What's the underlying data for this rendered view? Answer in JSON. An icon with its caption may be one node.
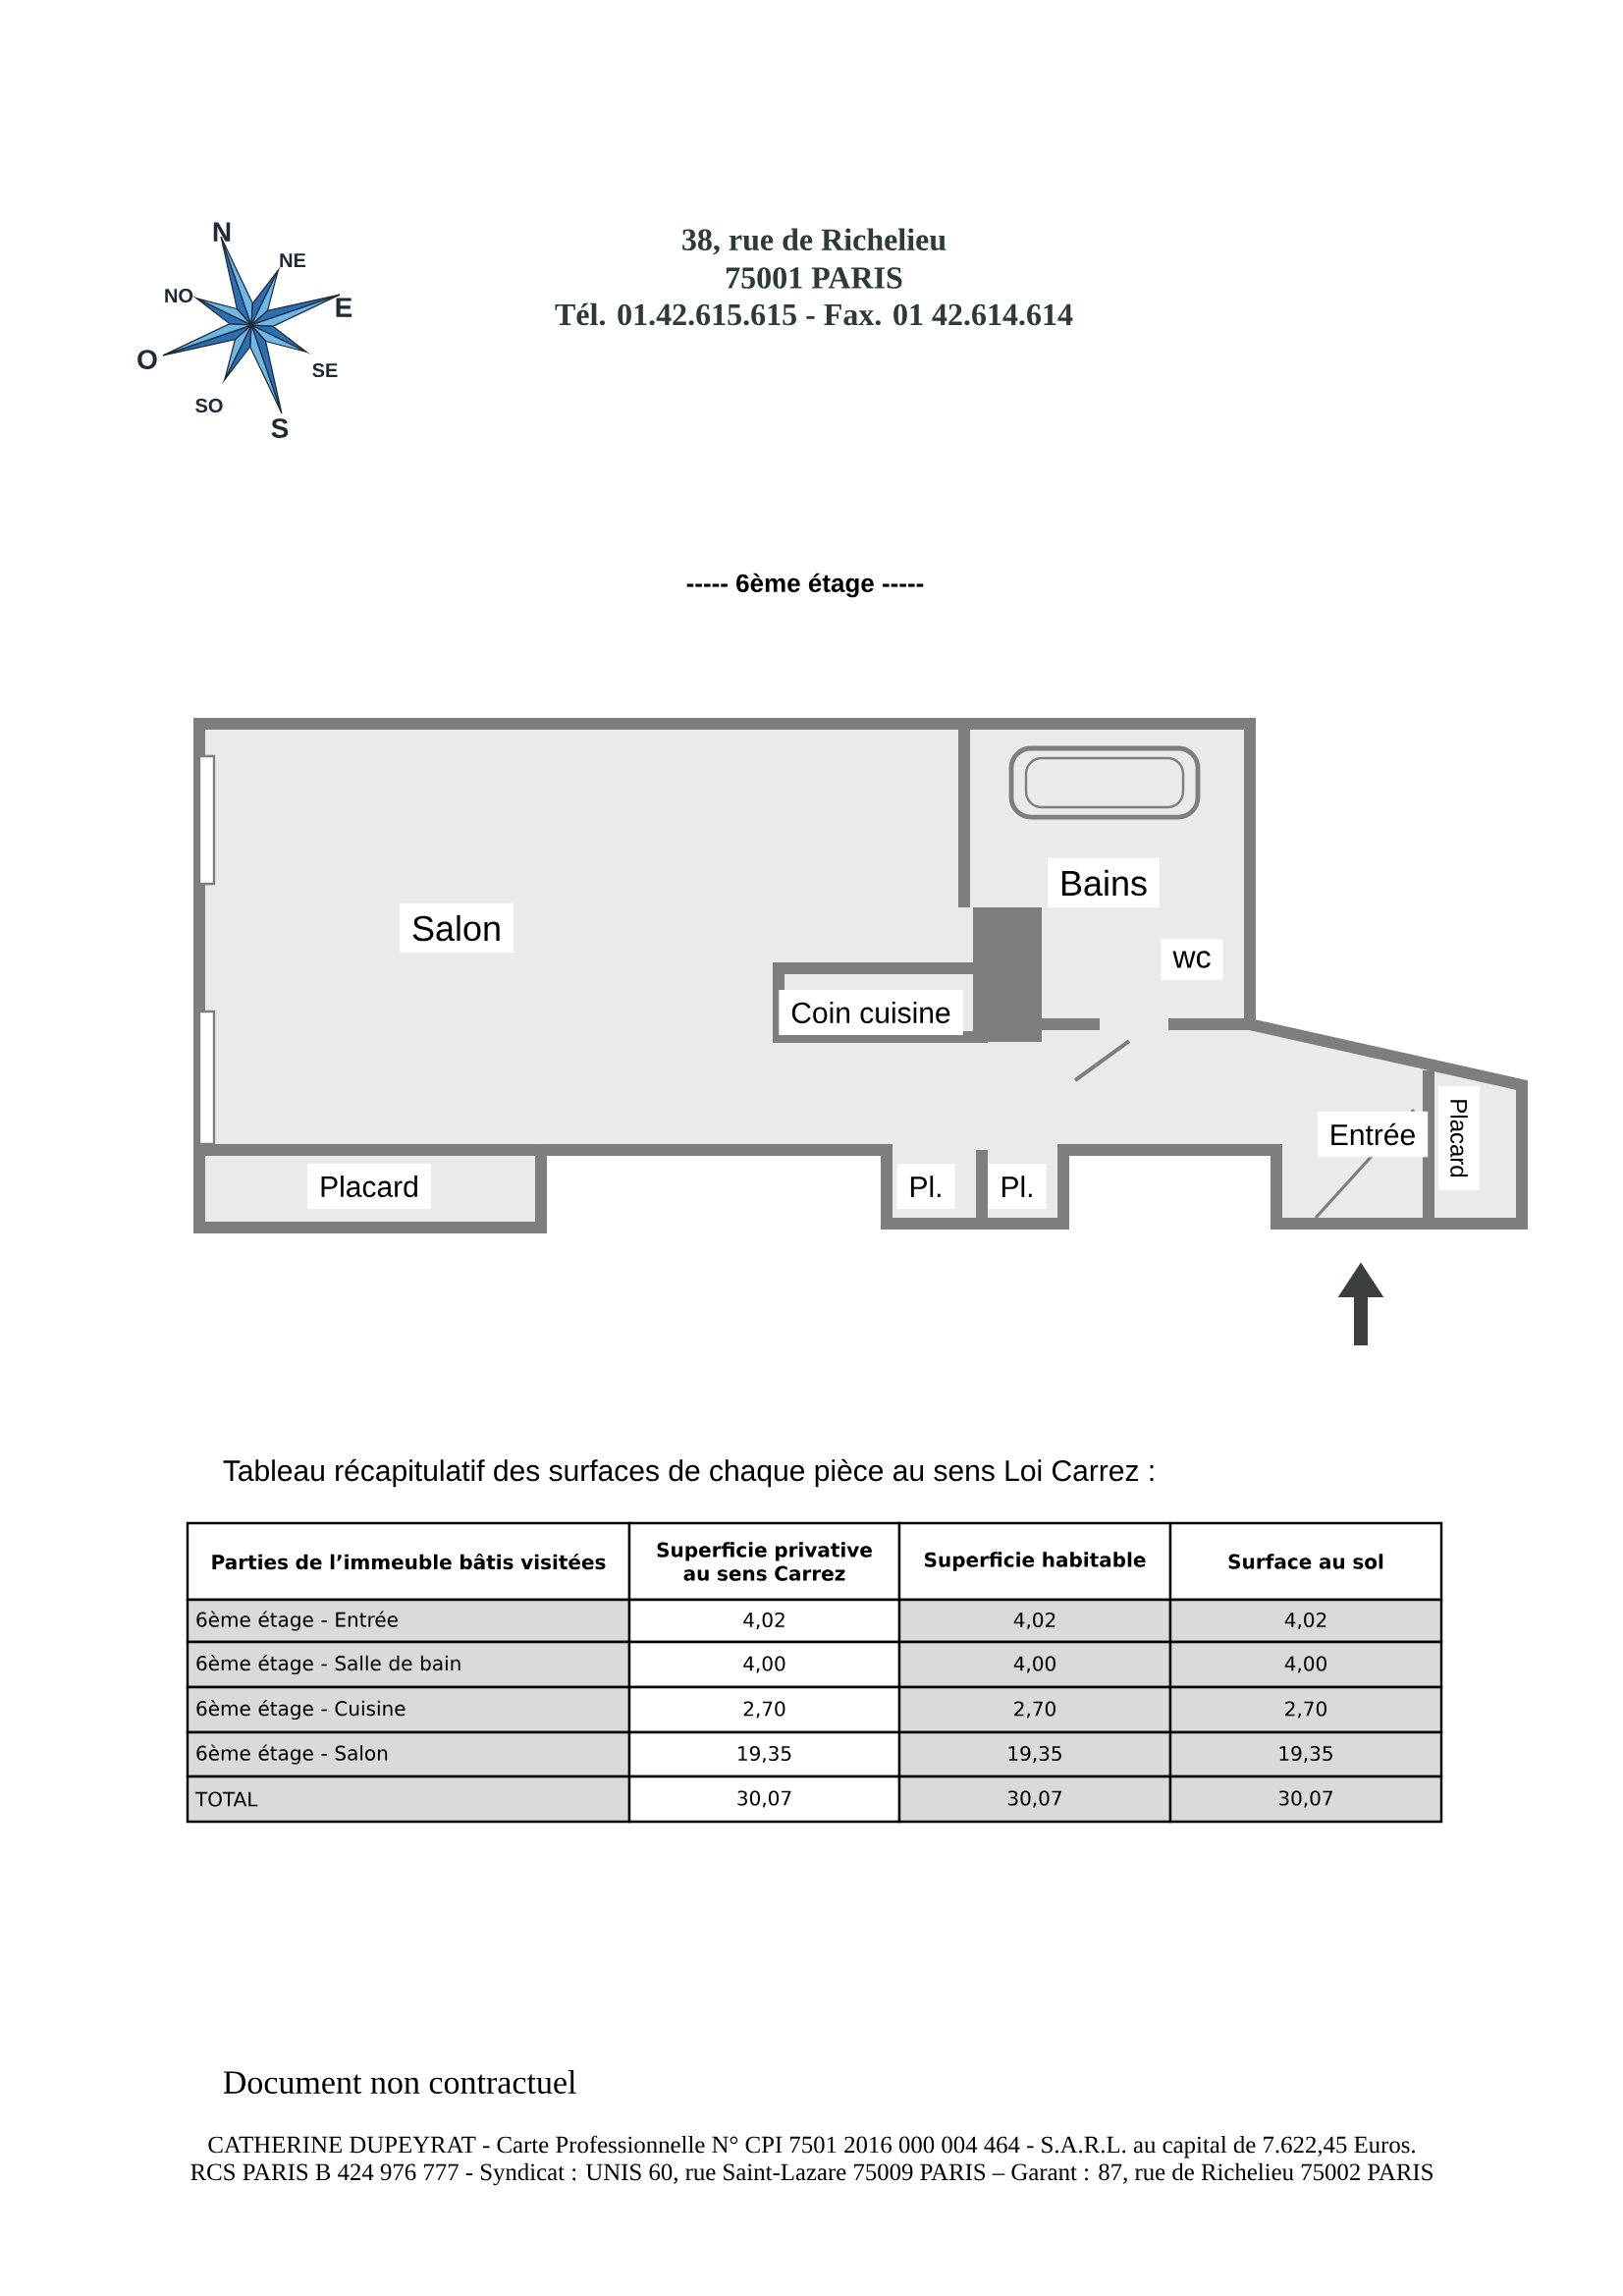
{
  "diagram": {
    "title": "----- 6ème étage -----",
    "labels": [
      "N",
      "NE",
      "NO",
      "E",
      "O",
      "SE",
      "SO",
      "S",
      "38, rue de Richelieu",
      "75001 PARIS",
      "Tél. 01.42.615.615 - Fax. 01 42.614.614",
      "Salon",
      "Bains",
      "wc",
      "Coin cuisine",
      "Placard",
      "Pl.",
      "Pl.",
      "Entrée",
      "Placard",
      "Tableau récapitulatif des surfaces de chaque pièce au sens Loi Carrez :",
      "Parties de l’immeuble bâtis visitées",
      "Superficie privative au sens Carrez",
      "Superficie habitable",
      "Surface au sol",
      "6ème étage - Entrée",
      "4,02",
      "4,02",
      "4,02",
      "6ème étage - Salle de bain",
      "4,00",
      "4,00",
      "4,00",
      "6ème étage - Cuisine",
      "2,70",
      "2,70",
      "2,70",
      "6ème étage - Salon",
      "19,35",
      "19,35",
      "19,35",
      "TOTAL",
      "30,07",
      "30,07",
      "30,07",
      "Document non contractuel",
      "CATHERINE DUPEYRAT - Carte Professionnelle N° CPI 7501 2016 000 004 464 - S.A.R.L. au capital de 7.622,45 Euros.",
      "RCS PARIS B 424 976 777 - Syndicat : UNIS 60, rue Saint-Lazare 75009 PARIS – Garant : 87, rue de Richelieu 75002 PARIS"
    ]
  }
}
